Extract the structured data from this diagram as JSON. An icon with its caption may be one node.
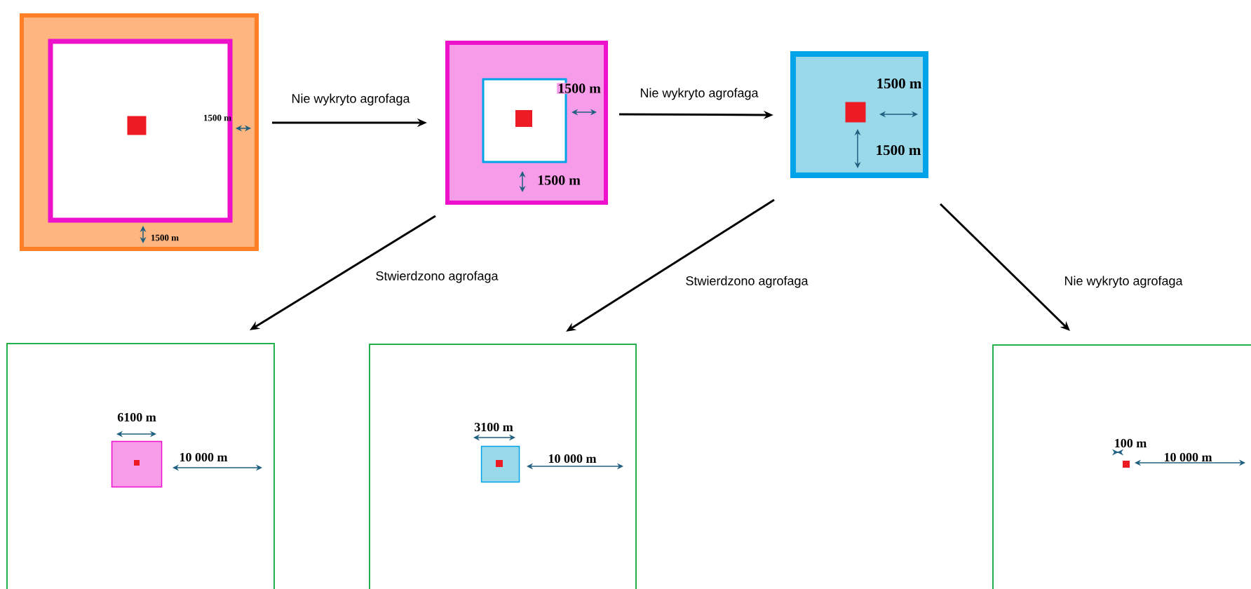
{
  "diagram": {
    "nodes": [
      {
        "text": [],
        "shape": "box"
      },
      {
        "text": [],
        "shape": "box",
        "in": 0
      },
      {
        "text": [],
        "shape": "box"
      },
      {
        "text": [],
        "shape": "box",
        "in": 2
      },
      {
        "text": [],
        "shape": "box"
      },
      {
        "text": [],
        "shape": "box"
      },
      {
        "text": [],
        "shape": "box",
        "in": 5
      },
      {
        "text": [],
        "shape": "box"
      },
      {
        "text": [],
        "shape": "box",
        "in": 7
      },
      {
        "text": [],
        "shape": "box"
      }
    ],
    "edges": [
      {
        "from": 0,
        "to": 2,
        "arrow": "to",
        "label": "Nie wykryto agrofaga"
      },
      {
        "from": 2,
        "to": 4,
        "arrow": "to",
        "label": "Nie wykryto agrofaga"
      },
      {
        "from": 2,
        "to": 5,
        "arrow": "to",
        "label": "Stwierdzono agrofaga"
      },
      {
        "from": 4,
        "to": 7,
        "arrow": "to",
        "label": "Stwierdzono agrofaga"
      },
      {
        "from": 4,
        "to": 9,
        "arrow": "to",
        "label": "Nie wykryto agrofaga"
      }
    ],
    "labels": [
      "1500 m",
      "1500 m",
      "1500 m",
      "1500 m",
      "1500 m",
      "1500 m",
      "6100 m",
      "10 000 m",
      "3100 m",
      "10 000 m",
      "100 m",
      "10 000 m"
    ]
  }
}
